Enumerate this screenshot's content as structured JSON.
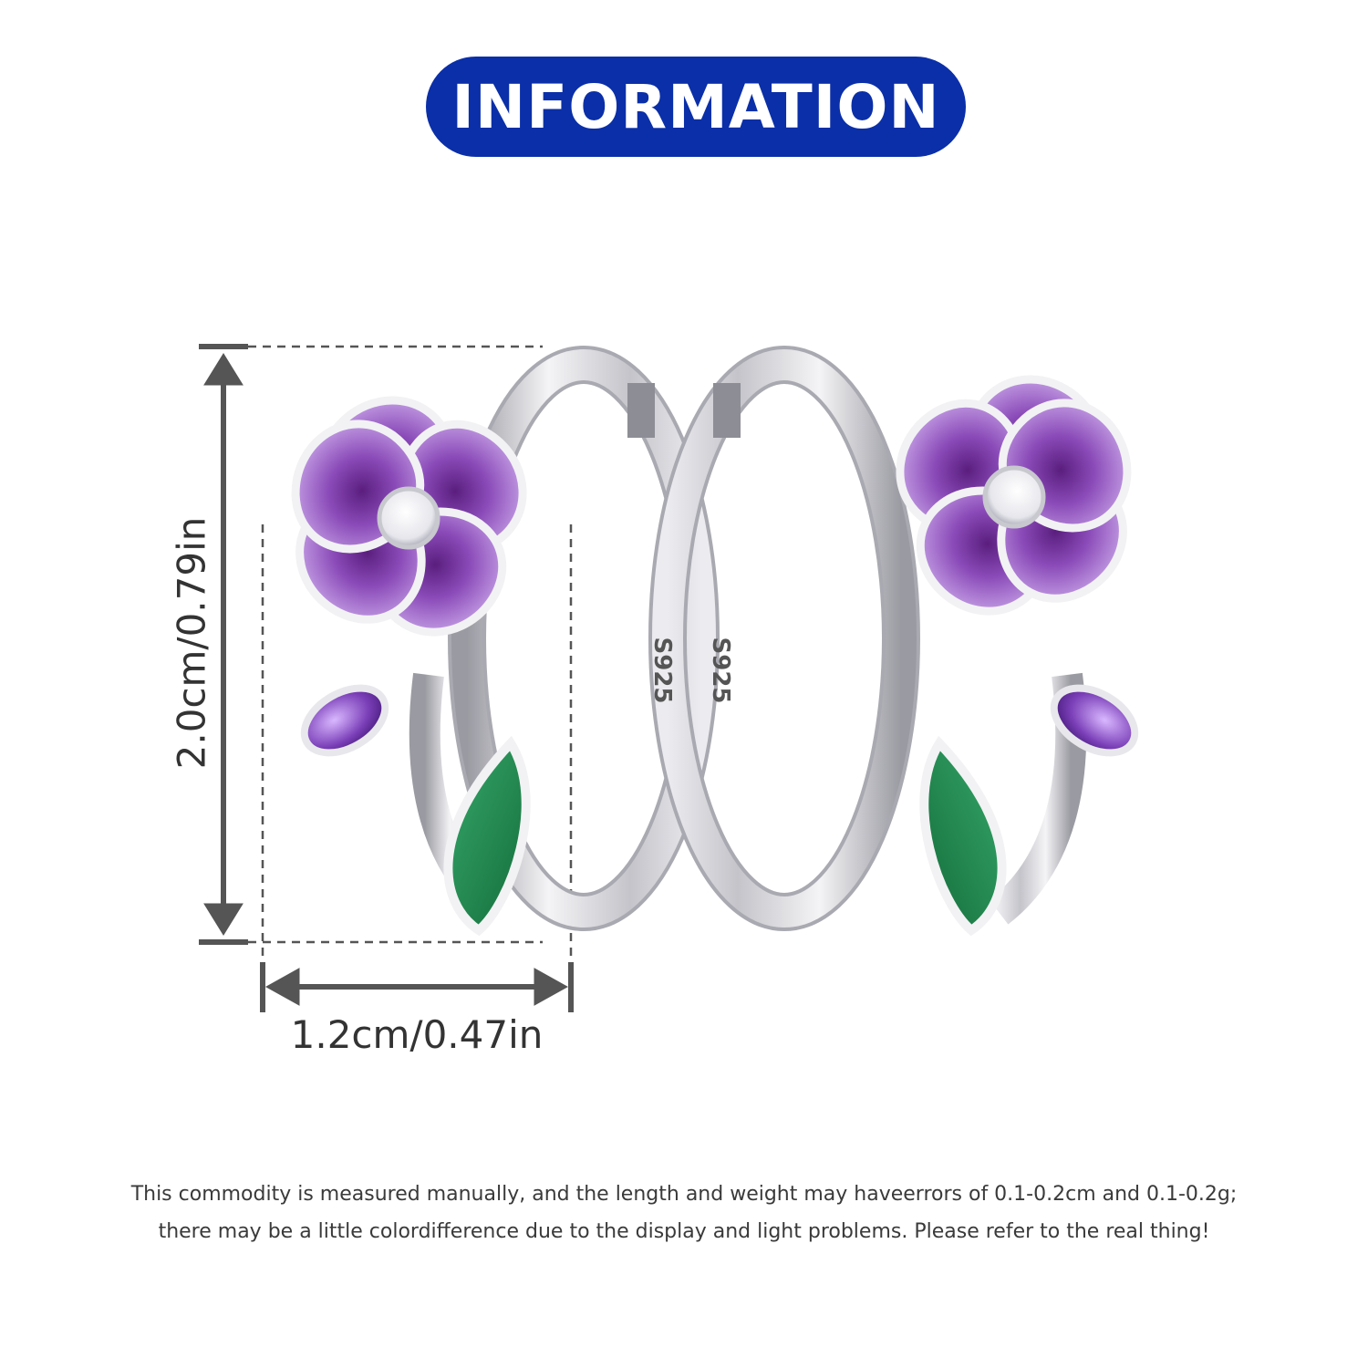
{
  "header": {
    "title": "INFORMATION"
  },
  "dimensions": {
    "height_label": "2.0cm/0.79in",
    "width_label": "1.2cm/0.47in"
  },
  "product": {
    "stamp_left": "S925",
    "stamp_right": "S925",
    "colors": {
      "petal_light": "#c7a2e6",
      "petal_dark": "#6a2a8c",
      "leaf": "#1f8a4c",
      "silver": "#d8d8dc",
      "gem_purple": "#7b3fb8"
    }
  },
  "disclaimer": {
    "line1": "This commodity is measured manually, and the length and weight may haveerrors of 0.1-0.2cm and 0.1-0.2g;",
    "line2": "there may be a little colordifference due to the display and light problems. Please refer to the real thing!"
  }
}
